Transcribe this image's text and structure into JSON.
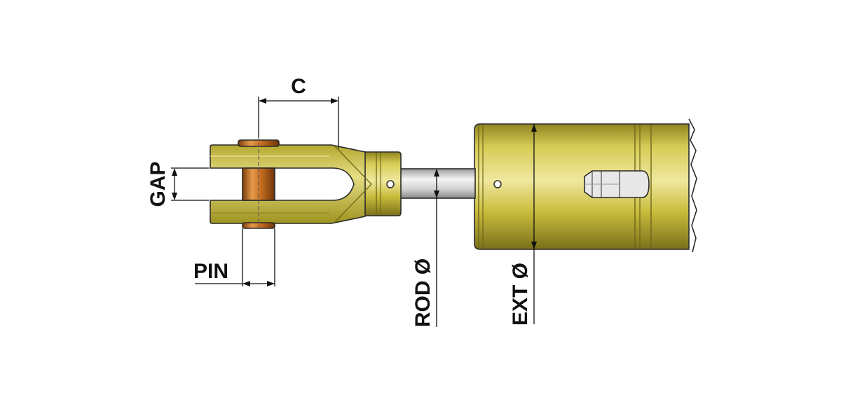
{
  "labels": {
    "c": "C",
    "gap": "GAP",
    "pin": "PIN",
    "rod": "ROD Ø",
    "ext": "EXT Ø"
  },
  "colors": {
    "body": "#c8bb3d",
    "body_shadow": "#8f8420",
    "body_highlight": "#ece59a",
    "pin": "#c06a1e",
    "rod": "#d9d9d9",
    "outline": "#2a2a2a"
  }
}
